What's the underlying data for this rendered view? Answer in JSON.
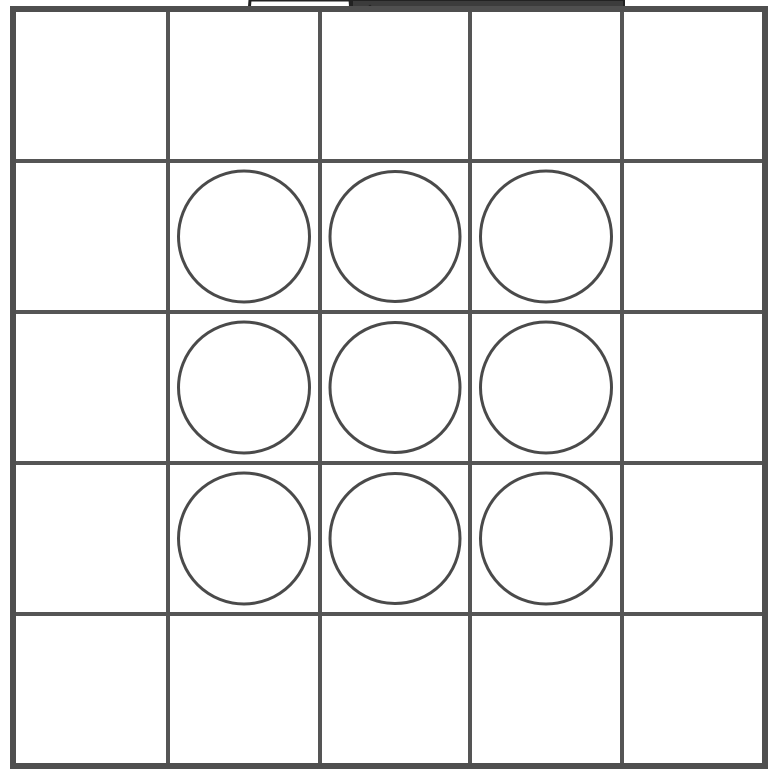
{
  "board": {
    "rows": 5,
    "cols": 5,
    "pieces": [
      {
        "row": 1,
        "col": 1,
        "state": "empty"
      },
      {
        "row": 1,
        "col": 2,
        "state": "empty"
      },
      {
        "row": 1,
        "col": 3,
        "state": "empty"
      },
      {
        "row": 2,
        "col": 1,
        "state": "empty"
      },
      {
        "row": 2,
        "col": 2,
        "state": "empty"
      },
      {
        "row": 2,
        "col": 3,
        "state": "empty"
      },
      {
        "row": 3,
        "col": 1,
        "state": "empty"
      },
      {
        "row": 3,
        "col": 2,
        "state": "empty"
      },
      {
        "row": 3,
        "col": 3,
        "state": "empty"
      }
    ]
  },
  "colors": {
    "grid_line": "#555555",
    "piece_stroke": "#4a4a4a",
    "background": "#ffffff"
  },
  "decor": {
    "top_illustration": "hands-peeking-over-board-icon"
  }
}
